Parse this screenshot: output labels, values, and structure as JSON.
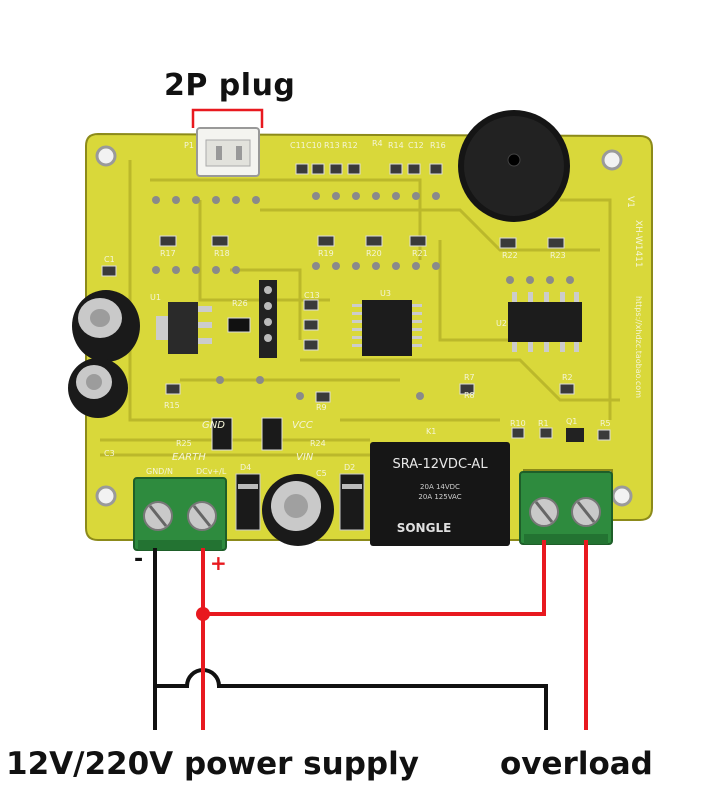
{
  "labels": {
    "plug": "2P plug",
    "power_supply": "12V/220V power supply",
    "overload": "overload",
    "minus": "-",
    "plus": "+"
  },
  "board": {
    "relay_model": "SRA-12VDC-AL",
    "relay_rating_1": "20A 14VDC",
    "relay_rating_2": "20A 125VAC",
    "relay_brand": "SONGLE",
    "url": "https://xhdzc.taobao.com",
    "model": "XH-W1411",
    "version": "V1",
    "gnd": "GND",
    "vcc": "VCC",
    "earth": "EARTH",
    "vin": "VIN",
    "terminal_left_a": "GND/N",
    "terminal_left_b": "DCv+/L",
    "refs": [
      "P1",
      "C11",
      "C10",
      "R13",
      "R12",
      "R4",
      "R14",
      "C12",
      "R16",
      "R17",
      "R18",
      "R19",
      "R20",
      "R21",
      "R22",
      "R23",
      "U1",
      "R26",
      "C13",
      "U3",
      "U2",
      "R15",
      "R9",
      "R7",
      "R8",
      "R2",
      "R10",
      "R1",
      "Q1",
      "R5",
      "R25",
      "R24",
      "D4",
      "C5",
      "D2",
      "C1",
      "C3",
      "K1"
    ]
  },
  "colors": {
    "pcb": "#d9d83a",
    "pcb_dark": "#b8b52a",
    "terminal": "#2e8b3e",
    "wire_red": "#e8191f",
    "wire_black": "#111111"
  }
}
